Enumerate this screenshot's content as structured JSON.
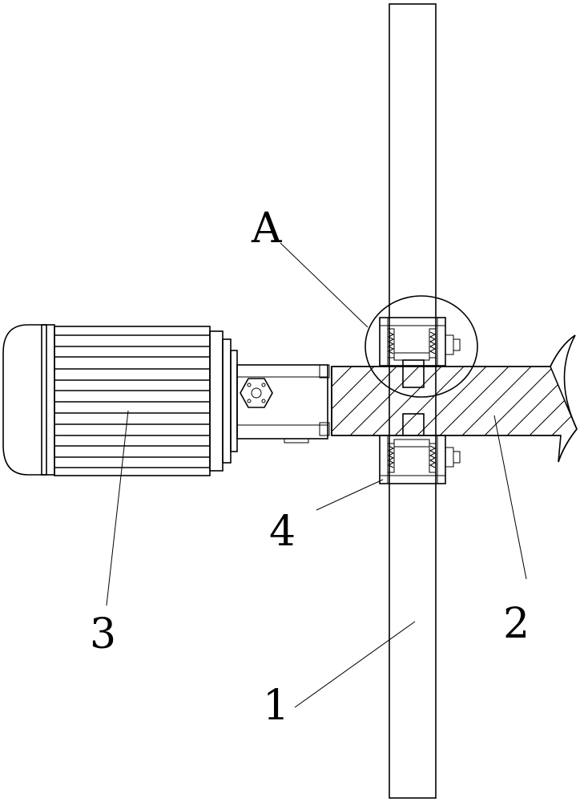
{
  "labels": {
    "A": "A",
    "one": "1",
    "two": "2",
    "three": "3",
    "four": "4"
  },
  "colors": {
    "ink": "#000000",
    "paper": "#ffffff"
  }
}
